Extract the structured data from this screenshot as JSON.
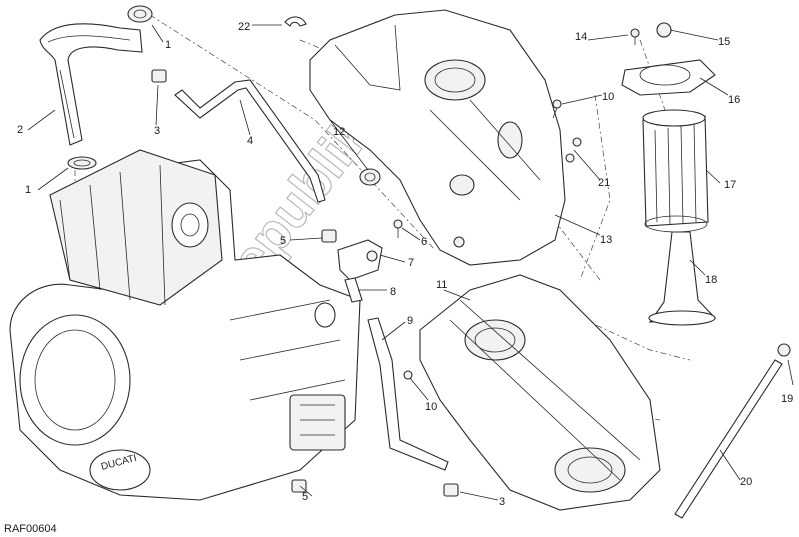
{
  "diagram": {
    "reference_code": "RAF00604",
    "watermark": "PartsRepublik",
    "callouts": [
      {
        "id": "c1a",
        "label": "1"
      },
      {
        "id": "c1b",
        "label": "1"
      },
      {
        "id": "c2",
        "label": "2"
      },
      {
        "id": "c3a",
        "label": "3"
      },
      {
        "id": "c3b",
        "label": "3"
      },
      {
        "id": "c4",
        "label": "4"
      },
      {
        "id": "c5a",
        "label": "5"
      },
      {
        "id": "c5b",
        "label": "5"
      },
      {
        "id": "c6",
        "label": "6"
      },
      {
        "id": "c7",
        "label": "7"
      },
      {
        "id": "c8",
        "label": "8"
      },
      {
        "id": "c9",
        "label": "9"
      },
      {
        "id": "c10a",
        "label": "10"
      },
      {
        "id": "c10b",
        "label": "10"
      },
      {
        "id": "c11",
        "label": "11"
      },
      {
        "id": "c12",
        "label": "12"
      },
      {
        "id": "c13",
        "label": "13"
      },
      {
        "id": "c14",
        "label": "14"
      },
      {
        "id": "c15",
        "label": "15"
      },
      {
        "id": "c16",
        "label": "16"
      },
      {
        "id": "c17",
        "label": "17"
      },
      {
        "id": "c18",
        "label": "18"
      },
      {
        "id": "c19",
        "label": "19"
      },
      {
        "id": "c20",
        "label": "20"
      },
      {
        "id": "c21",
        "label": "21"
      },
      {
        "id": "c22",
        "label": "22"
      }
    ]
  }
}
